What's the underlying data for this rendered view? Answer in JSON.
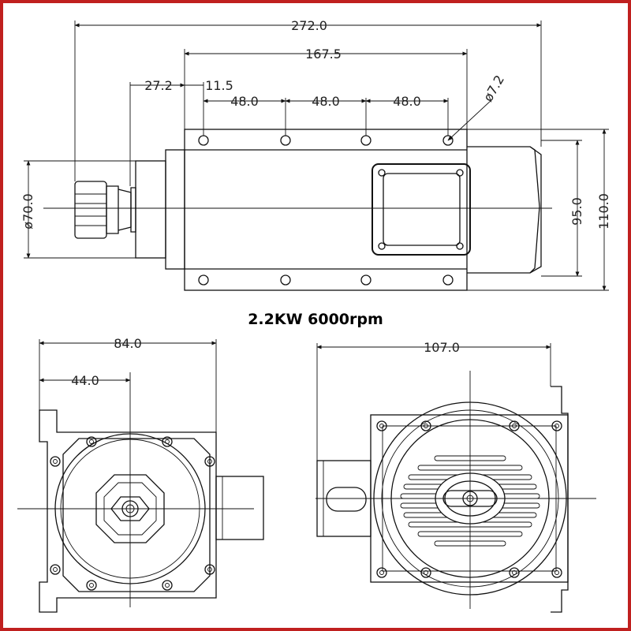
{
  "caption": "2.2KW 6000rpm",
  "side_view": {
    "dims": {
      "overall_length": "272.0",
      "mount_length": "167.5",
      "nose_length": "27.2",
      "hole_offset": "11.5",
      "hole_pitch_1": "48.0",
      "hole_pitch_2": "48.0",
      "hole_pitch_3": "48.0",
      "hole_diameter": "ø7.2",
      "nose_diameter": "ø70.0",
      "body_height": "95.0",
      "total_height": "110.0"
    }
  },
  "front_view": {
    "dims": {
      "width": "84.0",
      "center_offset": "44.0"
    }
  },
  "rear_view": {
    "dims": {
      "width": "107.0"
    }
  },
  "colors": {
    "frame": "#c0201f",
    "line": "#111111",
    "background": "#ffffff"
  }
}
